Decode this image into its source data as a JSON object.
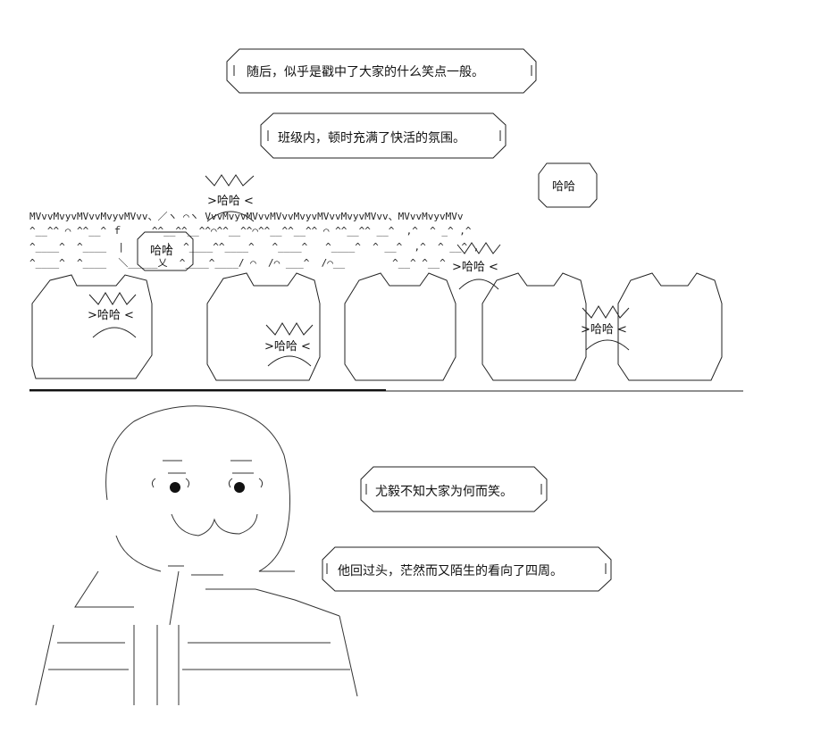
{
  "captions": {
    "c1": "随后，似乎是戳中了大家的什么笑点一般。",
    "c2": "班级内，顿时充满了快活的氛围。",
    "c3": "尤毅不知大家为何而笑。",
    "c4": "他回过头，茫然而又陌生的看向了四周。"
  },
  "laughs": {
    "speech": "哈哈",
    "burst": ">哈哈 <"
  },
  "crowd_rows": {
    "row1": "MVvvMvyvMVvvMvyvMVvv、／ヽ ⌒ヽ VvvMvyvMVvvMVvvMvyvMVvvMvyvMVvv、MVvvMvyvMVv",
    "row2": "^__^^ ⌒ ^^__^ ｆ     ^^__^^__^^⌒^^__^^⌒^^__^^__^^ ⌒ ^^__^^ __^  ,^  ^ _^ ,^",
    "row3": "^____^  ^____  |       |  ^____^^____^   ^____^   ^____^  ^ __^  ,^  ^ __^ ,",
    "row4": "^____^  ^____  ＼_____乂  ^____^____/ ⌒  /⌒ ___^  /⌒__        ^__^ ^__^"
  }
}
